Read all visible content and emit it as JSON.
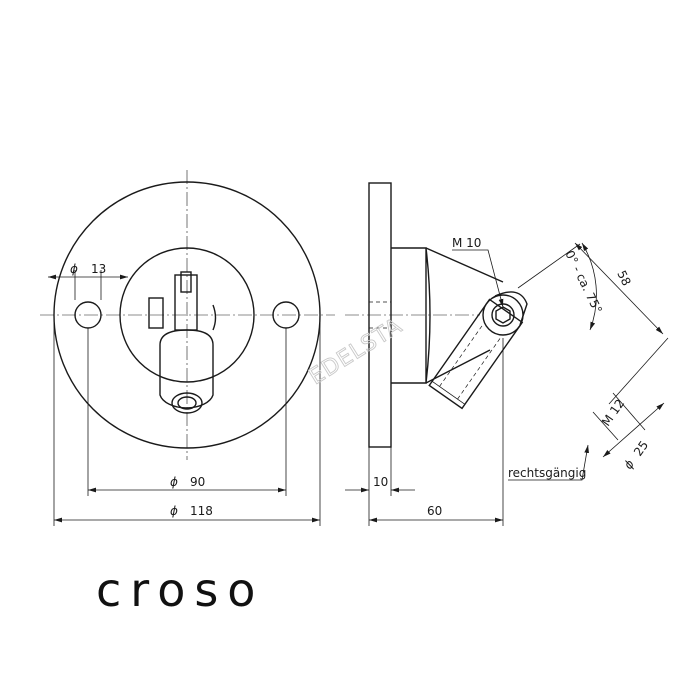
{
  "front_view": {
    "hole_diameter_label": "13",
    "bolt_circle_label": "90",
    "outer_diameter_label": "118",
    "diameter_symbol": "ϕ"
  },
  "side_view": {
    "thread_top_label": "M 10",
    "angle_label": "0° - ca. 75°",
    "arm_length_label": "58",
    "thread_tube_label": "M 12",
    "tube_diameter_label": "25",
    "thread_direction_label": "rechtsgängig",
    "plate_thickness_label": "10",
    "total_depth_label": "60",
    "diameter_symbol": "ϕ"
  },
  "watermark": {
    "text": "EDELSTA",
    "color": "#c9c9c9"
  },
  "brand": {
    "logo_text": "croso",
    "color": "#111111"
  }
}
